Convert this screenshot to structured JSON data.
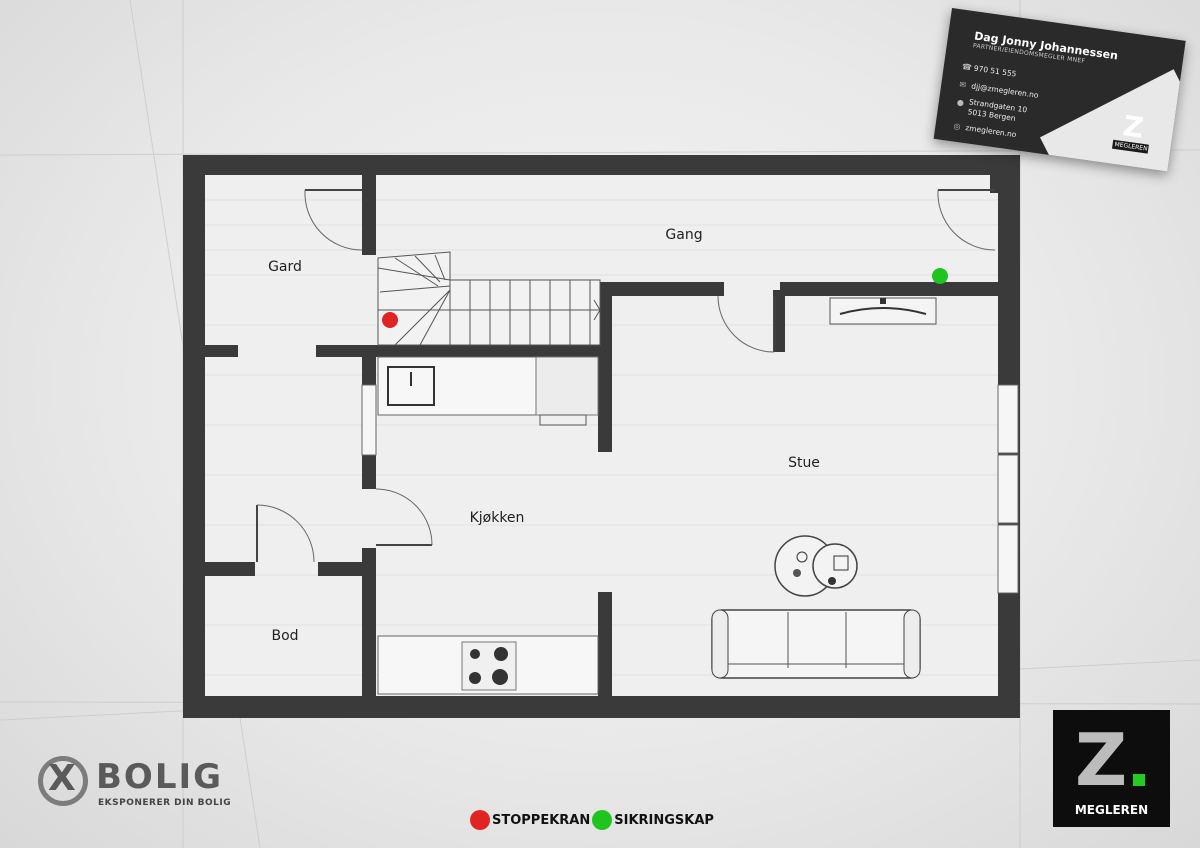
{
  "rooms": {
    "gard": "Gard",
    "gang": "Gang",
    "stue": "Stue",
    "kjokken": "Kjøkken",
    "bod": "Bod"
  },
  "legend": {
    "stoppekran": "STOPPEKRAN",
    "sikringskap": "SIKRINGSKAP",
    "stoppekran_color": "#e02424",
    "sikringskap_color": "#1fc41f"
  },
  "card": {
    "name": "Dag Jonny Johannessen",
    "role": "PARTNER/EIENDOMSMEGLER MNEF",
    "phone": "970 51 555",
    "email": "djj@zmegleren.no",
    "address1": "Strandgaten 10",
    "address2": "5013 Bergen",
    "web": "zmegleren.no",
    "logo_label": "MEGLEREN",
    "phone_icon": "phone-icon",
    "email_icon": "email-icon",
    "pin_icon": "location-pin-icon",
    "web_icon": "globe-icon"
  },
  "brand": {
    "z_logo_name": "MEGLEREN",
    "z_accent": "#22cc22",
    "xbolig_word": "BOLIG",
    "xbolig_tagline": "EKSPONERER DIN BOLIG"
  }
}
